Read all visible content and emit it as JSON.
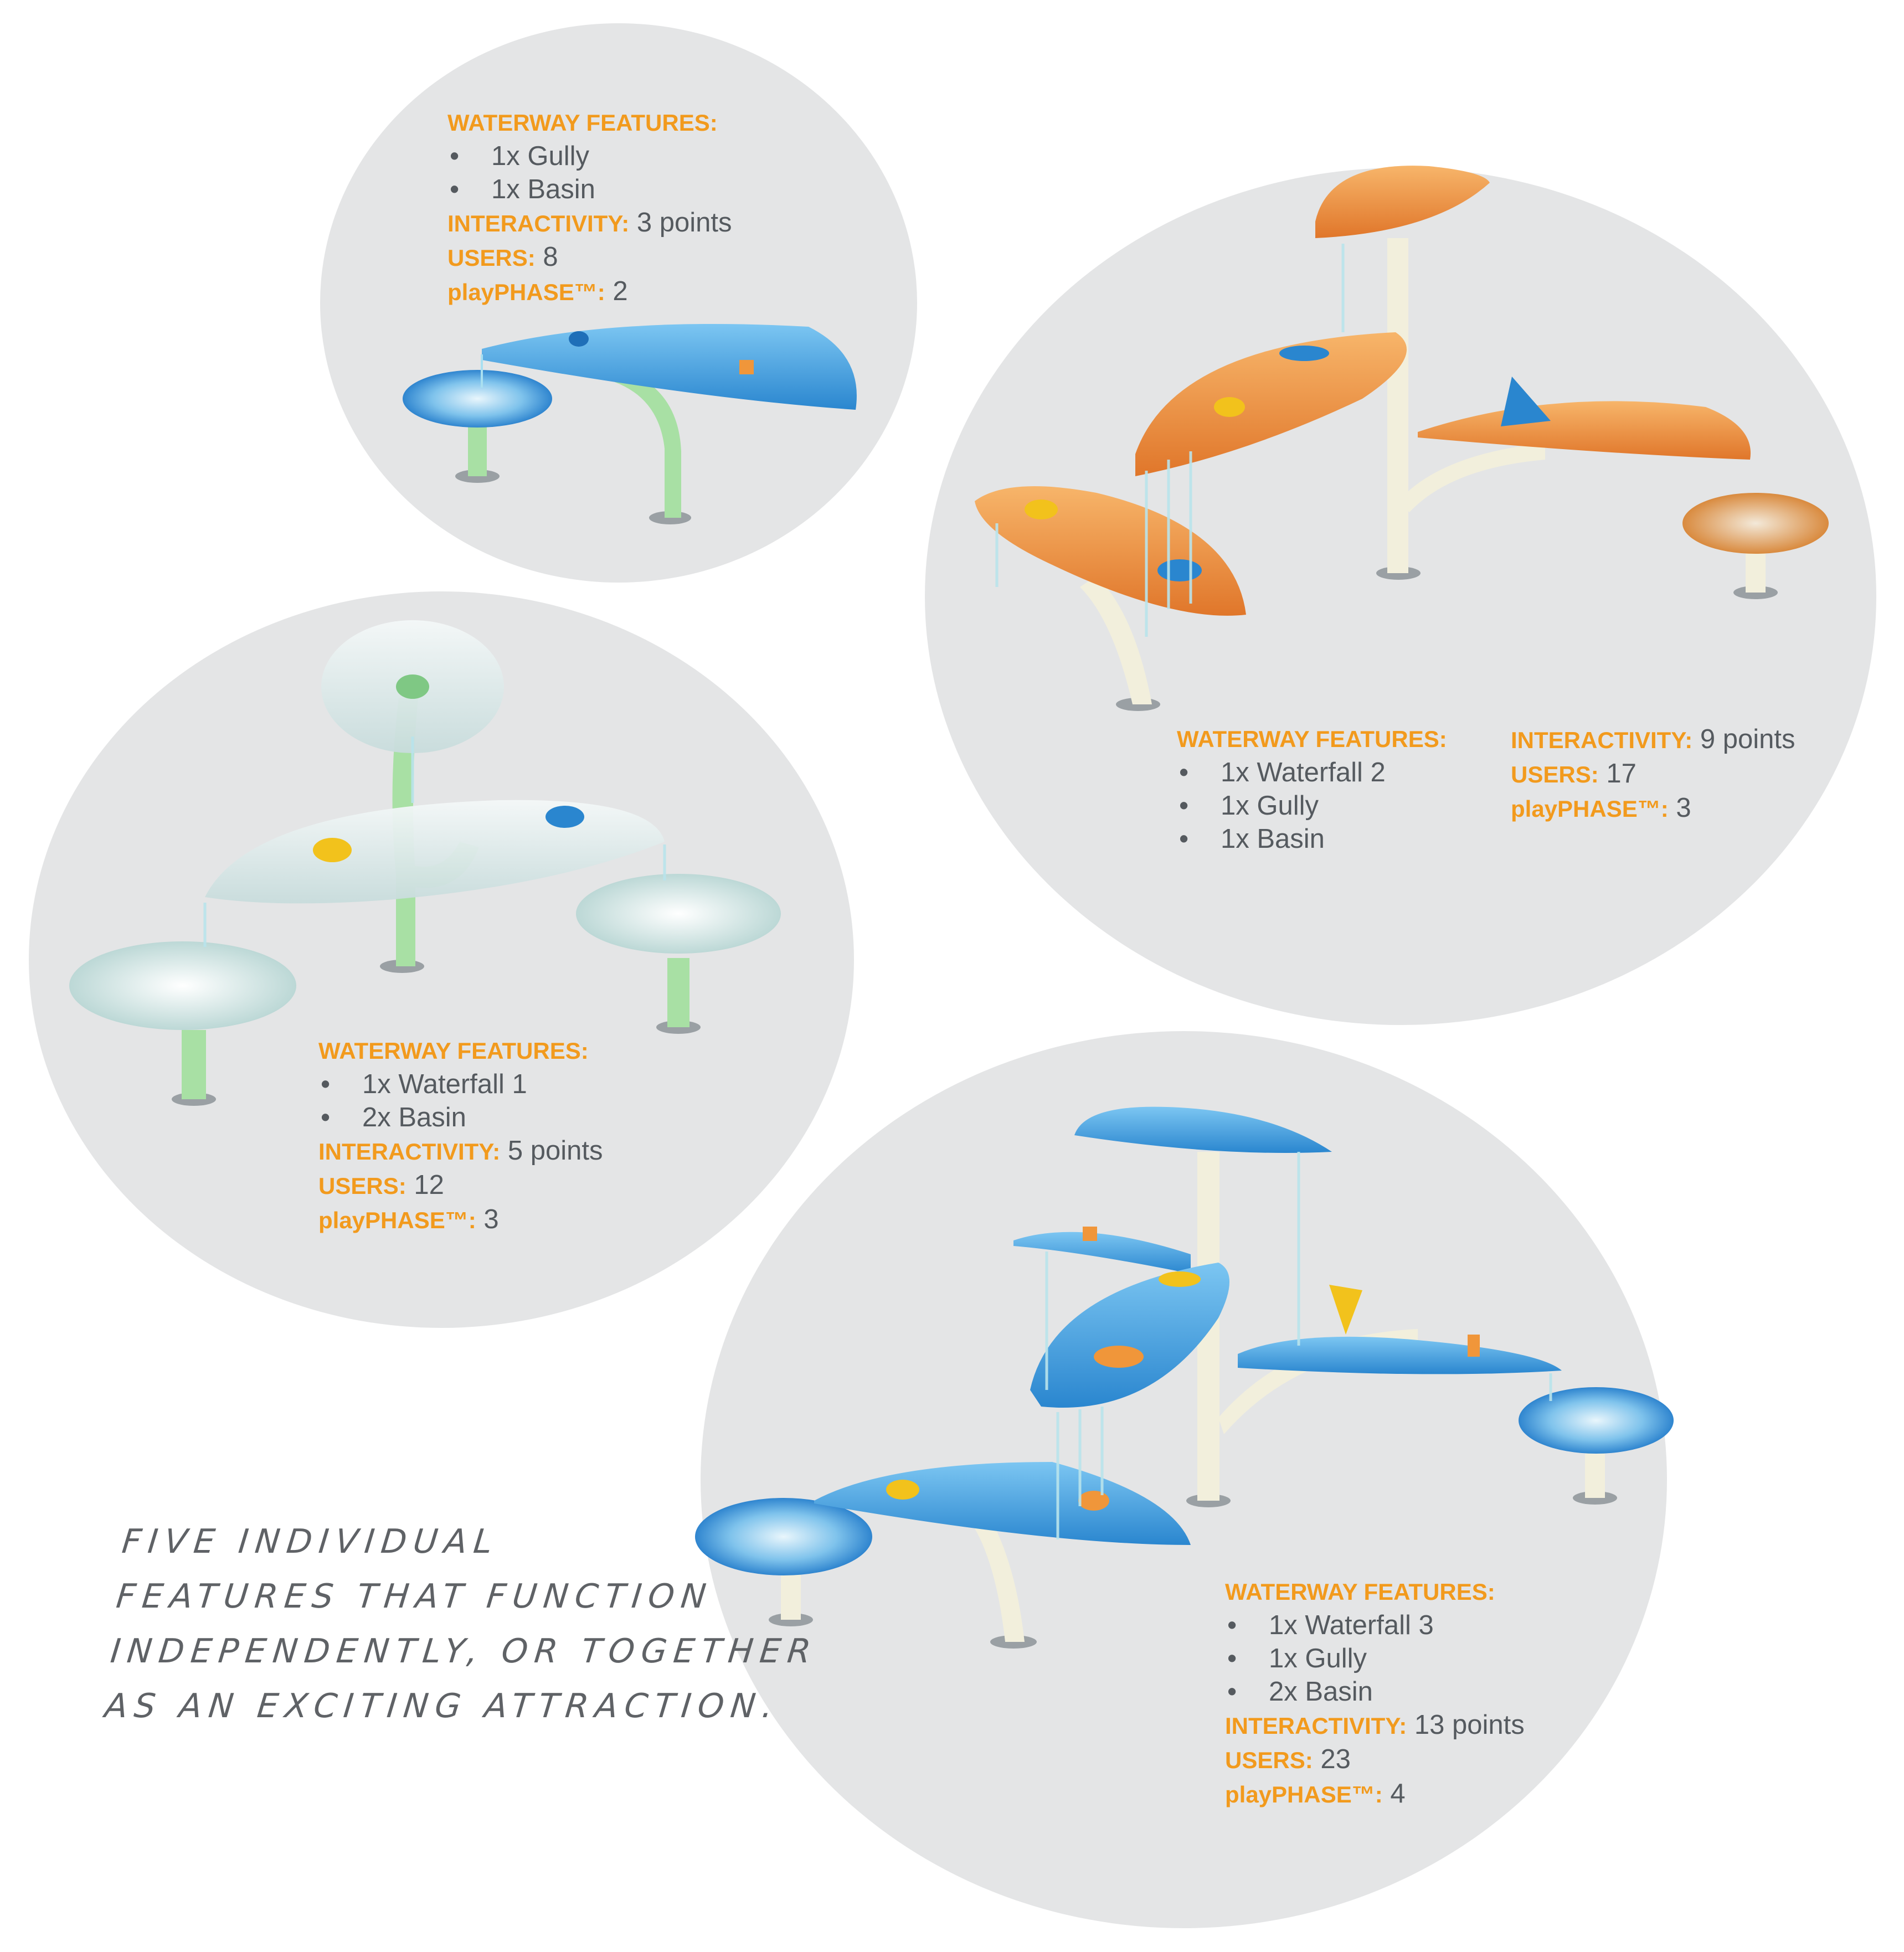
{
  "colors": {
    "background": "#ffffff",
    "circle": "#e4e5e6",
    "heading": "#f29a1d",
    "text": "#555a5f",
    "blue_panel": "#3aa0e0",
    "orange_panel": "#f0963a",
    "clear_panel": "#dfe9ea",
    "green_post": "#a8e0a4",
    "cream_post": "#f2efdc"
  },
  "icons": [
    "water-feature-gully-basin-illustration",
    "water-feature-waterfall1-illustration",
    "water-feature-waterfall2-illustration",
    "water-feature-waterfall3-illustration"
  ],
  "features": [
    {
      "waterway_heading": "WATERWAY FEATURES:",
      "items": [
        "1x Gully",
        "1x Basin"
      ],
      "interactivity_label": "INTERACTIVITY:",
      "interactivity_value": "3 points",
      "users_label": "USERS:",
      "users_value": "8",
      "playphase_label": "playPHASE™:",
      "playphase_value": "2"
    },
    {
      "waterway_heading": "WATERWAY FEATURES:",
      "items": [
        "1x Waterfall 2",
        "1x Gully",
        "1x Basin"
      ],
      "interactivity_label": "INTERACTIVITY:",
      "interactivity_value": "9 points",
      "users_label": "USERS:",
      "users_value": "17",
      "playphase_label": "playPHASE™:",
      "playphase_value": "3"
    },
    {
      "waterway_heading": "WATERWAY FEATURES:",
      "items": [
        "1x Waterfall 1",
        "2x Basin"
      ],
      "interactivity_label": "INTERACTIVITY:",
      "interactivity_value": "5 points",
      "users_label": "USERS:",
      "users_value": "12",
      "playphase_label": "playPHASE™:",
      "playphase_value": "3"
    },
    {
      "waterway_heading": "WATERWAY FEATURES:",
      "items": [
        "1x Waterfall 3",
        "1x Gully",
        "2x Basin"
      ],
      "interactivity_label": "INTERACTIVITY:",
      "interactivity_value": "13 points",
      "users_label": "USERS:",
      "users_value": "23",
      "playphase_label": "playPHASE™:",
      "playphase_value": "4"
    }
  ],
  "bullet": "•",
  "tagline": {
    "line1": "FIVE INDIVIDUAL",
    "line2": "FEATURES THAT FUNCTION",
    "line3": "INDEPENDENTLY, OR TOGETHER",
    "line4": "AS AN EXCITING ATTRACTION."
  }
}
